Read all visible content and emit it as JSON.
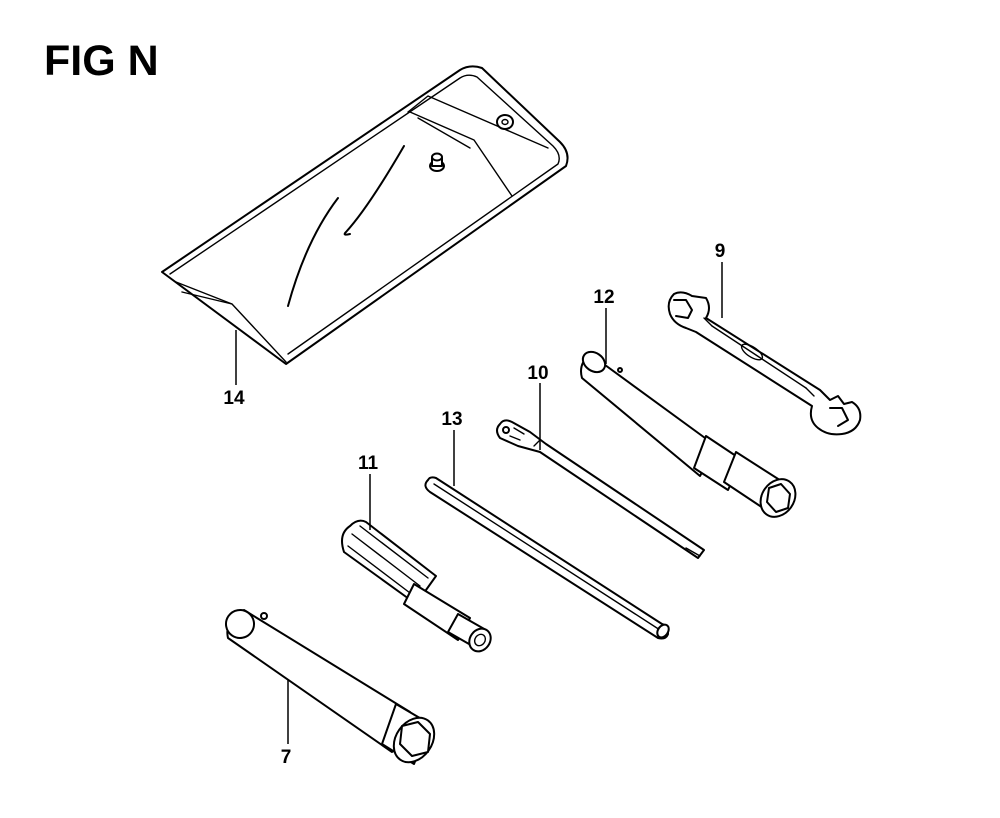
{
  "figure": {
    "title": "FIG N"
  },
  "parts": [
    {
      "key": "bag",
      "number": "14"
    },
    {
      "key": "wrench",
      "number": "9"
    },
    {
      "key": "box-wrench-12",
      "number": "12"
    },
    {
      "key": "screwdriver",
      "number": "10"
    },
    {
      "key": "bar",
      "number": "13"
    },
    {
      "key": "handle",
      "number": "11"
    },
    {
      "key": "box-wrench-7",
      "number": "7"
    }
  ]
}
